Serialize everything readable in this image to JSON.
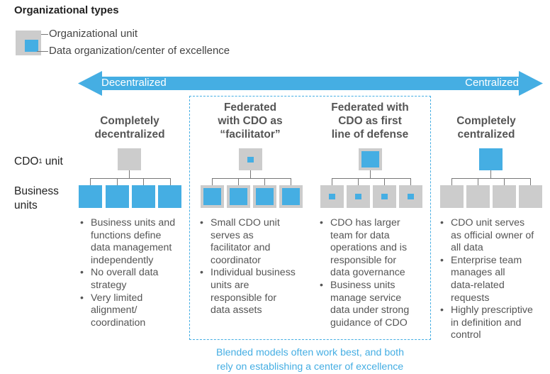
{
  "title": "Organizational types",
  "legend": {
    "unit_label": "Organizational unit",
    "center_label": "Data organization/center of excellence"
  },
  "axis": {
    "left": "Decentralized",
    "right": "Centralized"
  },
  "row_labels": {
    "cdo_unit": "CDO",
    "cdo_unit_sup": "1",
    "cdo_unit_suffix": " unit",
    "business_units_line1": "Business",
    "business_units_line2": "units"
  },
  "columns": [
    {
      "title_lines": [
        "Completely",
        "decentralized"
      ],
      "bullets": [
        [
          "Business units and",
          "functions define",
          "data management",
          "independently"
        ],
        [
          "No overall data",
          "strategy"
        ],
        [
          "Very limited",
          "alignment/",
          "coordination"
        ]
      ]
    },
    {
      "title_lines": [
        "Federated",
        "with CDO as",
        "“facilitator”"
      ],
      "bullets": [
        [
          "Small CDO unit",
          "serves as",
          "facilitator and",
          "coordinator"
        ],
        [
          "Individual business",
          "units are",
          "responsible for",
          "data assets"
        ]
      ]
    },
    {
      "title_lines": [
        "Federated with",
        "CDO as first",
        "line of defense"
      ],
      "bullets": [
        [
          "CDO has larger",
          "team for data",
          "operations and is",
          "responsible for",
          "data governance"
        ],
        [
          "Business units",
          "manage service",
          "data under strong",
          "guidance of CDO"
        ]
      ]
    },
    {
      "title_lines": [
        "Completely",
        "centralized"
      ],
      "bullets": [
        [
          "CDO unit serves",
          "as official owner of",
          "all data"
        ],
        [
          "Enterprise team",
          "manages all",
          "data-related",
          "requests"
        ],
        [
          "Highly prescriptive",
          "in definition and",
          "control"
        ]
      ]
    }
  ],
  "note_lines": [
    "Blended models often work best, and both",
    "rely on establishing a center of excellence"
  ],
  "colors": {
    "accent_blue": "#45aee3",
    "unit_gray": "#cccccc",
    "connector": "#777777"
  }
}
